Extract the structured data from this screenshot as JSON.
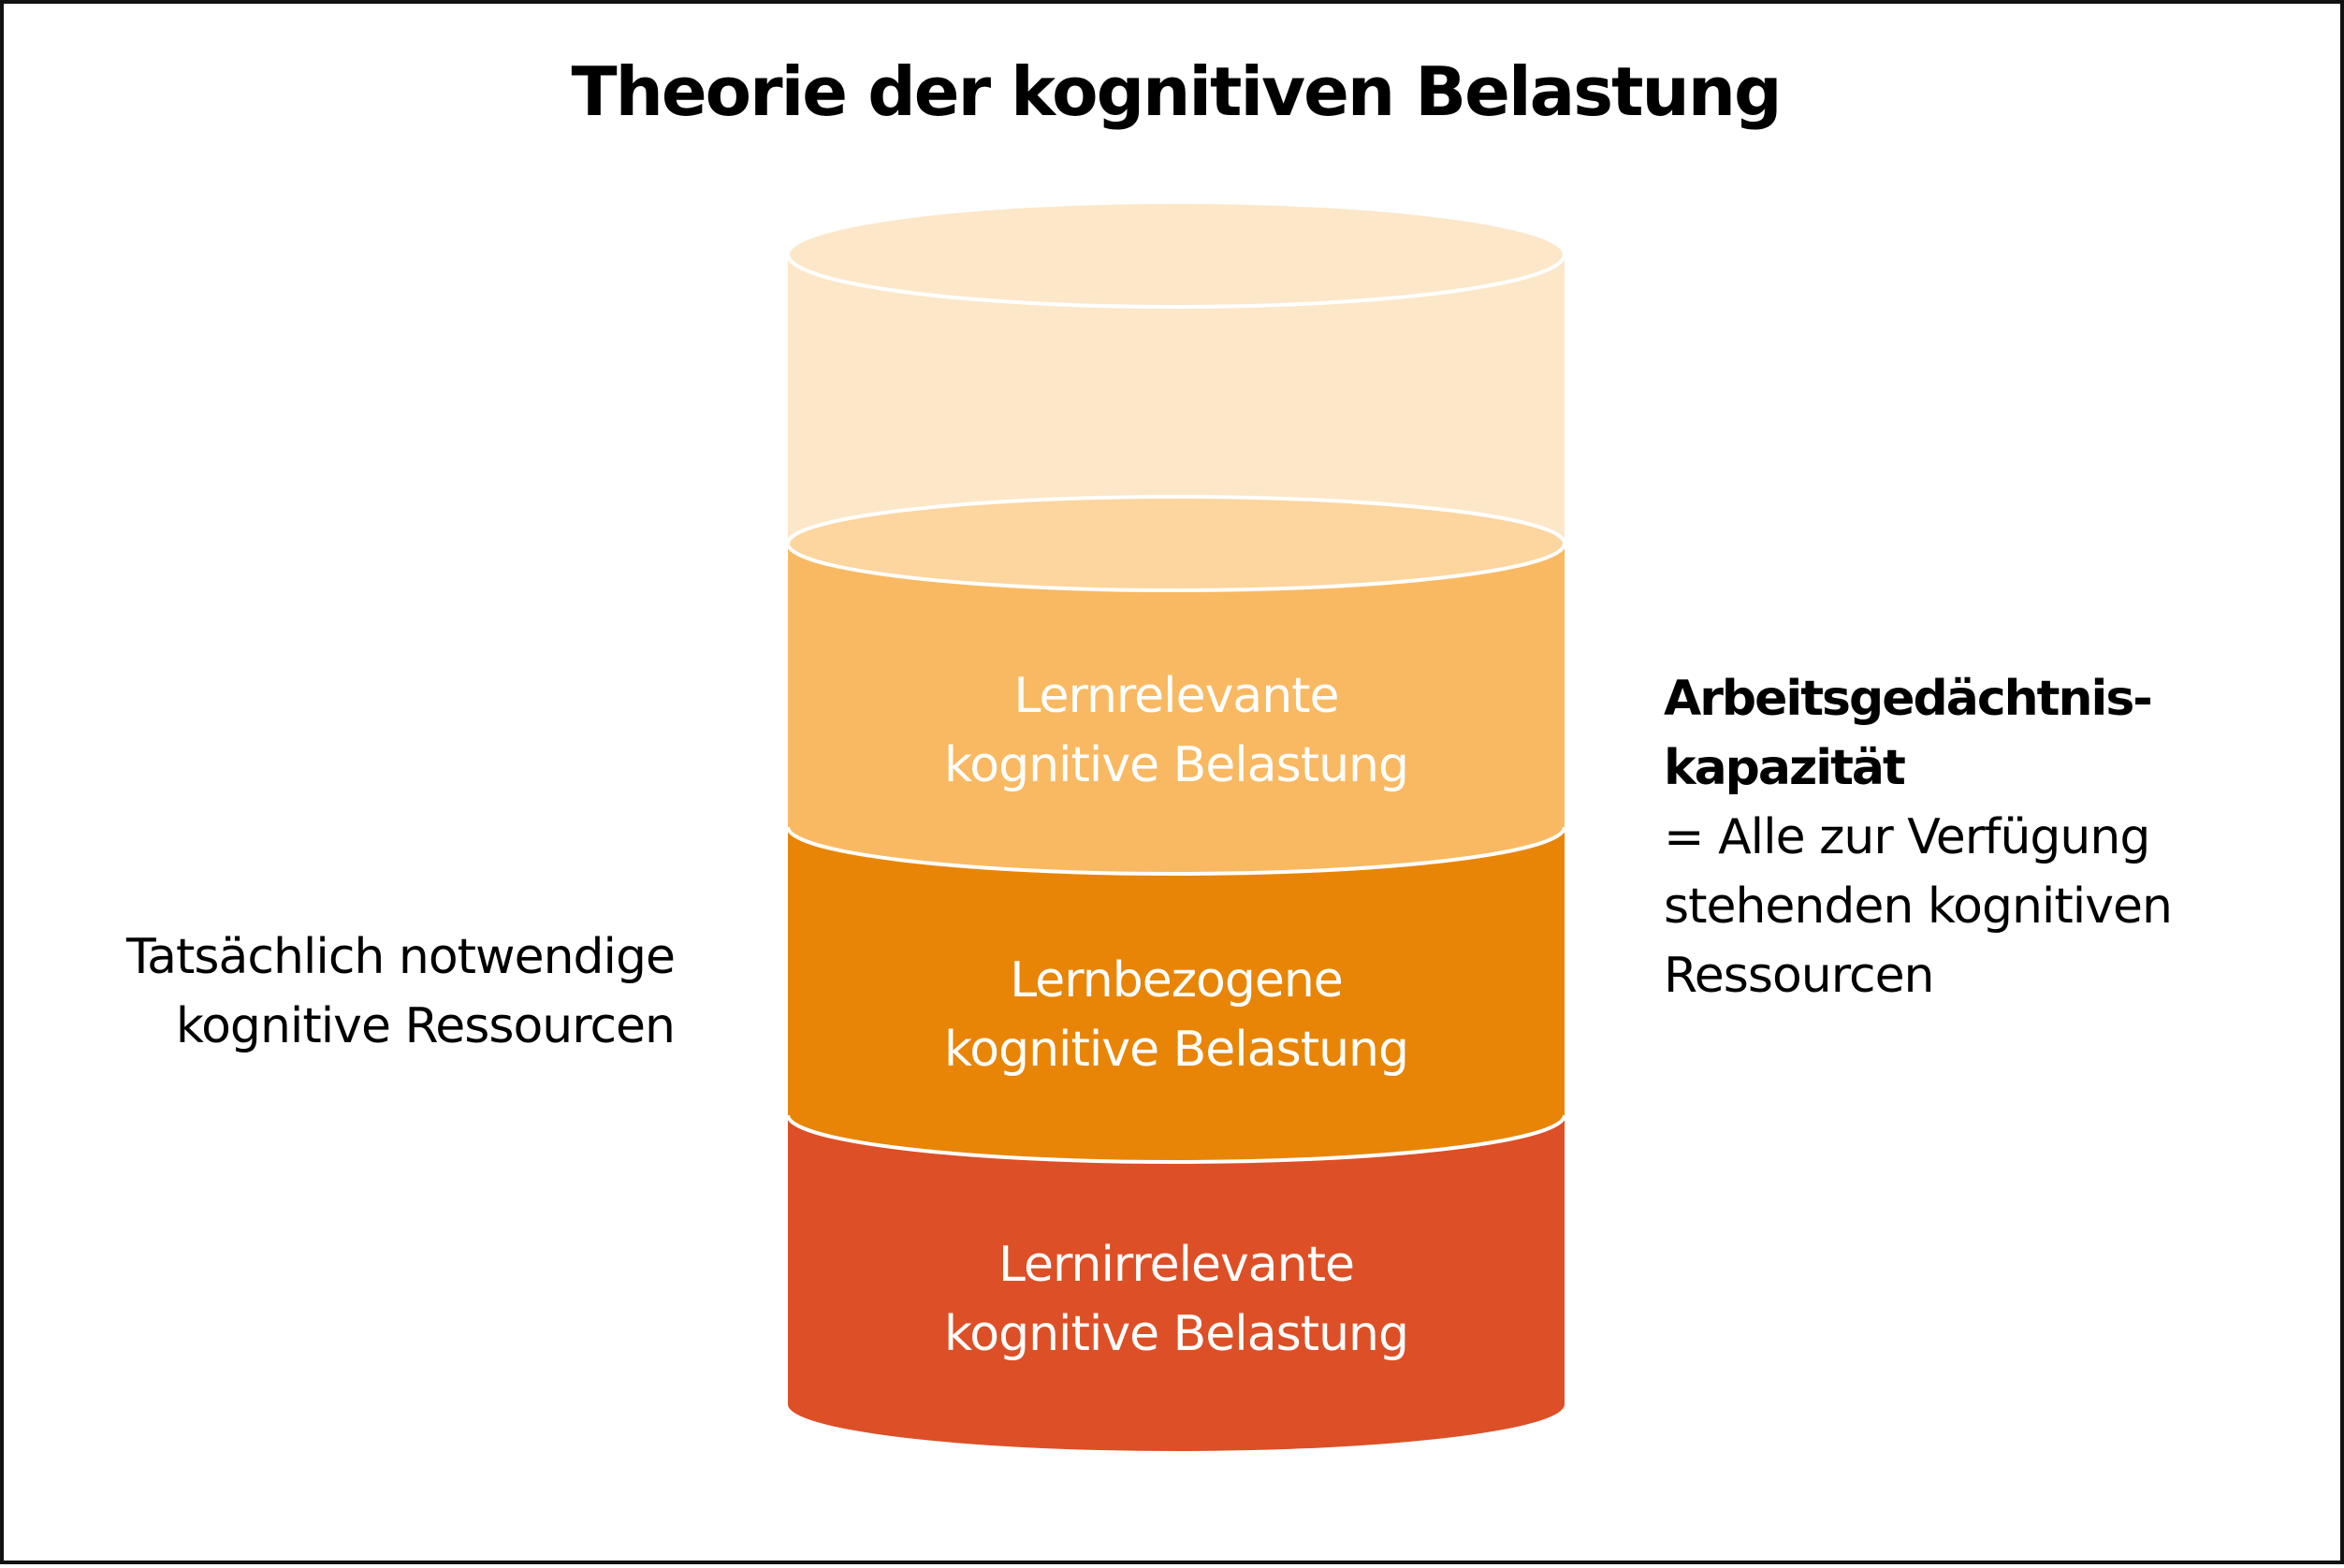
{
  "title": "Theorie der kognitiven Belastung",
  "colors": {
    "empty_capacity": "#fde7c9",
    "empty_top": "#fde7c9",
    "layer_relevant": "#f9b962",
    "layer_relevant_top": "#fcd59f",
    "layer_related": "#e88507",
    "layer_irrelevant": "#dd4f26",
    "outline": "#ffffff",
    "frame": "#111111"
  },
  "layers": [
    {
      "line1": "Lernrelevante",
      "line2": "kognitive Belastung"
    },
    {
      "line1": "Lernbezogene",
      "line2": "kognitive Belastung"
    },
    {
      "line1": "Lernirrelevante",
      "line2": "kognitive Belastung"
    }
  ],
  "left_label": {
    "line1": "Tatsächlich notwendige",
    "line2": "kognitive Ressourcen"
  },
  "right_label": {
    "heading1": "Arbeitsgedächtnis-",
    "heading2": "kapazität",
    "line1": "= Alle zur Verfügung",
    "line2": "stehenden kognitiven",
    "line3": "Ressourcen"
  }
}
